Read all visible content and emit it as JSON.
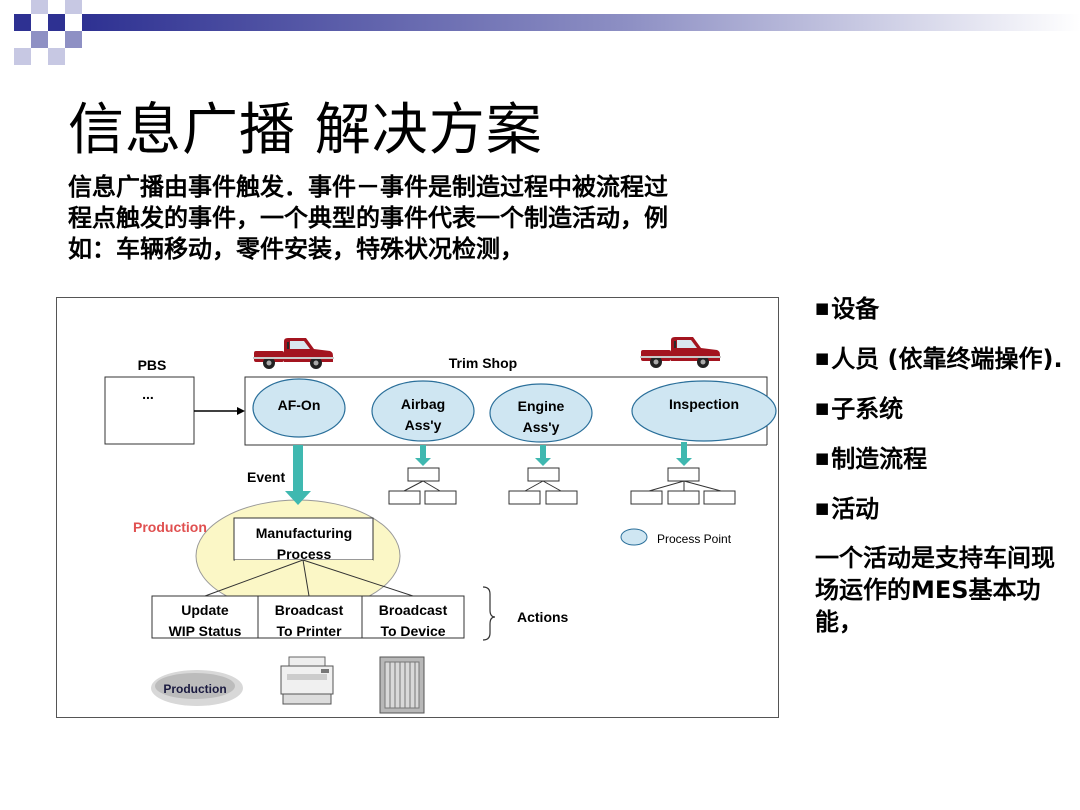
{
  "slide": {
    "title": "信息广播 解决方案",
    "intro_lines": [
      "信息广播由事件触发．事件－事件是制造过程中被流程过",
      "程点触发的事件，一个典型的事件代表一个制造活动，例",
      "如：车辆移动，零件安装，特殊状况检测，"
    ]
  },
  "diagram": {
    "pbs_label": "PBS",
    "pbs_content": "...",
    "trim_shop_label": "Trim Shop",
    "process_points": [
      {
        "line1": "AF-On",
        "line2": ""
      },
      {
        "line1": "Airbag",
        "line2": "Ass'y"
      },
      {
        "line1": "Engine",
        "line2": "Ass'y"
      },
      {
        "line1": "Inspection",
        "line2": ""
      }
    ],
    "event_label": "Event",
    "production_label": "Production",
    "manufacturing_line1": "Manufacturing",
    "manufacturing_line2": "Process",
    "actions": [
      {
        "line1": "Update",
        "line2": "WIP Status"
      },
      {
        "line1": "Broadcast",
        "line2": "To Printer"
      },
      {
        "line1": "Broadcast",
        "line2": "To Device"
      }
    ],
    "actions_label": "Actions",
    "legend_label": "Process Point",
    "production_badge": "Production",
    "colors": {
      "ellipse_fill": "#cfe6f2",
      "arrow": "#3fb8b0",
      "production_zone": "#fbf7c6",
      "production_text": "#e05050",
      "truck": "#a3141f"
    }
  },
  "bullets": {
    "items": [
      "设备",
      "人员 (依靠终端操作).",
      "子系统",
      "制造流程",
      "活动"
    ],
    "paragraph": "一个活动是支持车间现场运作的MES基本功能，"
  }
}
